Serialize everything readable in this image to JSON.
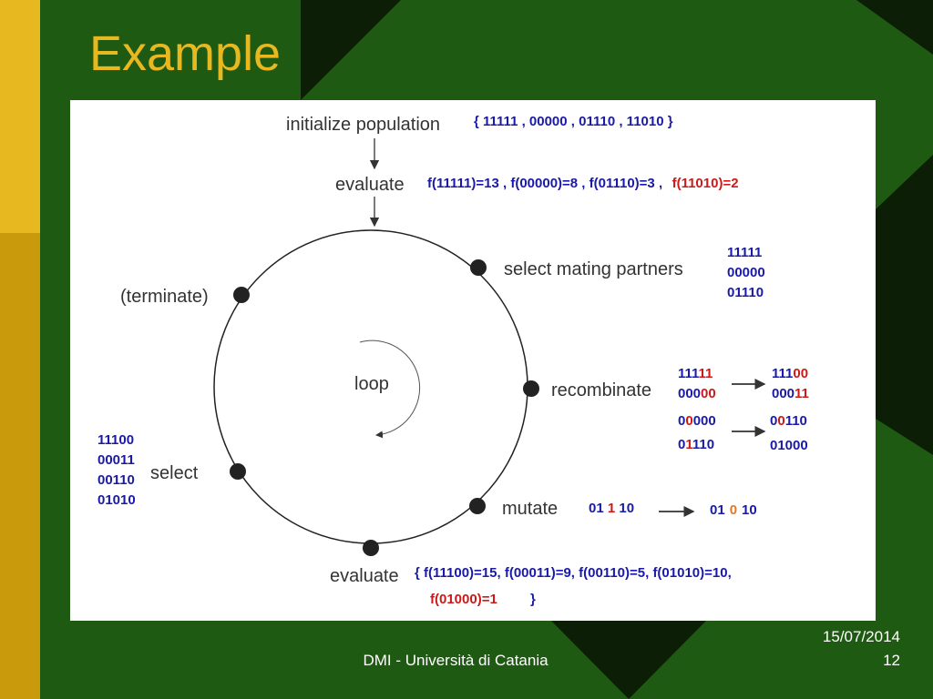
{
  "slide": {
    "title": "Example",
    "footer_center": "DMI - Università di Catania",
    "footer_date": "15/07/2014",
    "footer_page": "12"
  },
  "colors": {
    "background": "#1f5a12",
    "left_bar_top": "#e8b820",
    "left_bar_bottom": "#c99a0c",
    "triangle": "#0c1e06",
    "title": "#e8b820",
    "code_blue": "#1a1aa8",
    "code_red": "#cc1a1a",
    "code_orange": "#e07a2a"
  },
  "diagram": {
    "init_label": "initialize population",
    "init_set": "{ 11111 , 00000 , 01110 , 11010 }",
    "evaluate_top": "evaluate",
    "eval_top_blue": "f(11111)=13 , f(00000)=8 , f(01110)=3 ,",
    "eval_top_red": "f(11010)=2",
    "loop_label": "loop",
    "terminate_label": "(terminate)",
    "select_mating_label": "select mating partners",
    "mating": [
      "11111",
      "00000",
      "01110"
    ],
    "recombinate_label": "recombinate",
    "rec": {
      "r1a": "111",
      "r1b": "11",
      "r1c": "111",
      "r1d": "00",
      "r2a": "000",
      "r2b": "00",
      "r2c": "000",
      "r2d": "11",
      "r3a": "0",
      "r3b": "0",
      "r3c": "000",
      "r3d": "0",
      "r3e": "0",
      "r3f": "110",
      "r4a": "0",
      "r4b": "1",
      "r4c": "110",
      "r4d": "0",
      "r4e": "1000"
    },
    "select_label": "select",
    "selected": [
      "11100",
      "00011",
      "00110",
      "01010"
    ],
    "mutate_label": "mutate",
    "mut": {
      "a": "01",
      "b": "1",
      "c": "10",
      "d": "01",
      "e": "0",
      "f": "10"
    },
    "evaluate_bottom": "evaluate",
    "eval_bottom_line1": "{ f(11100)=15, f(00011)=9, f(00110)=5, f(01010)=10,",
    "eval_bottom_red": "f(01000)=1",
    "eval_bottom_close": "}"
  }
}
